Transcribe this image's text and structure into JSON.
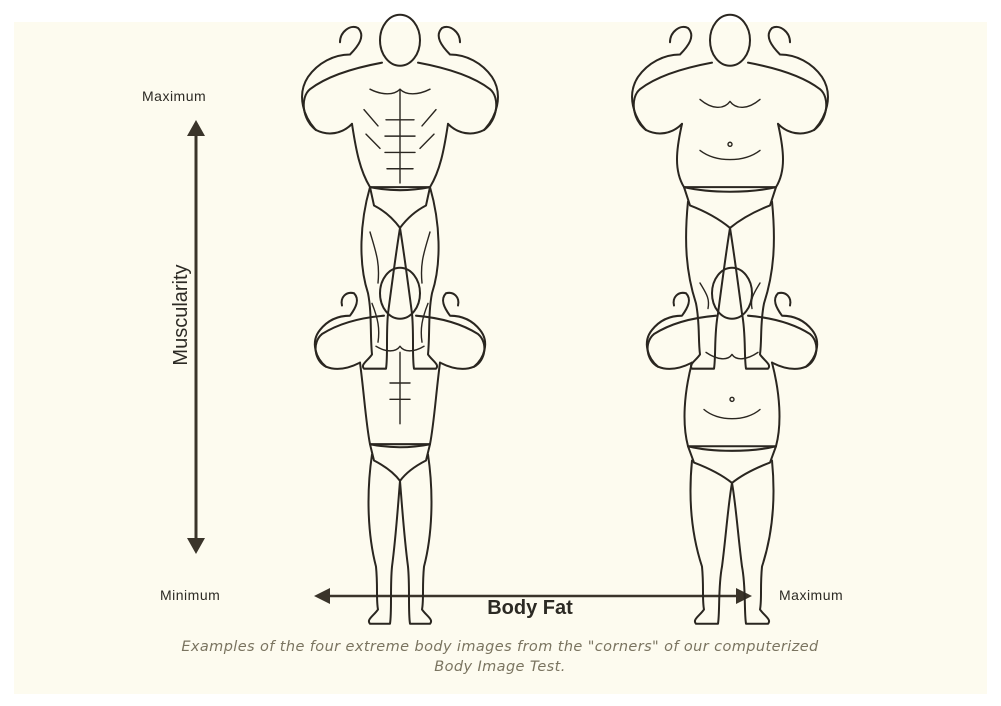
{
  "diagram": {
    "y_axis": {
      "title": "Muscularity",
      "max_label": "Maximum",
      "min_label": "Minimum"
    },
    "x_axis": {
      "title": "Body Fat",
      "min_label": "Minimum",
      "max_label": "Maximum"
    },
    "figures": [
      {
        "muscularity": "max",
        "body_fat": "min"
      },
      {
        "muscularity": "max",
        "body_fat": "max"
      },
      {
        "muscularity": "min",
        "body_fat": "min"
      },
      {
        "muscularity": "min",
        "body_fat": "max"
      }
    ],
    "caption_line1": "Examples of the four extreme body images from the \"corners\" of our computerized",
    "caption_line2": "Body Image Test.",
    "colors": {
      "background": "#fdfbef",
      "ink": "#2c2a24",
      "caption": "#7a7460"
    }
  }
}
